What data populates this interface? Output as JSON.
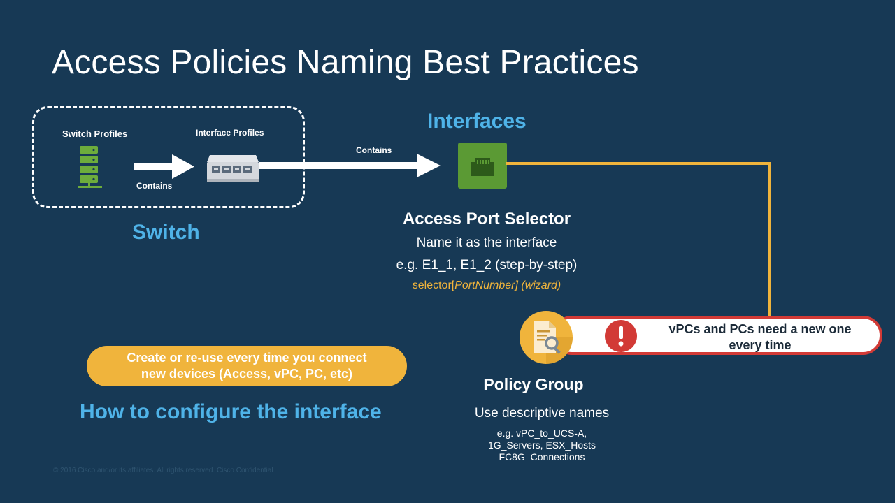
{
  "slide": {
    "title": "Access Policies Naming Best Practices",
    "footer": "© 2016  Cisco and/or its affiliates. All rights reserved.   Cisco Confidential"
  },
  "switch_group": {
    "switch_profiles_label": "Switch Profiles",
    "interface_profiles_label": "Interface Profiles",
    "contains_label_1": "Contains",
    "title": "Switch"
  },
  "interfaces": {
    "title": "Interfaces",
    "contains_label_2": "Contains"
  },
  "access_port_selector": {
    "title": "Access Port Selector",
    "line1": "Name it as the interface",
    "line2": "e.g. E1_1, E1_2 (step-by-step)",
    "line3_prefix": "selector[",
    "line3_italic": "PortNumber] (wizard)"
  },
  "alert": {
    "line1": "vPCs and PCs need a new one",
    "line2": "every time"
  },
  "policy_group": {
    "title": "Policy Group",
    "subtitle": "Use descriptive names",
    "example1": "e.g. vPC_to_UCS-A,",
    "example2": "1G_Servers, ESX_Hosts",
    "example3": "FC8G_Connections"
  },
  "note_chip": {
    "line1": "Create or re-use every time you connect",
    "line2": "new devices (Access, vPC, PC, etc)"
  },
  "configure_heading": "How to configure the interface",
  "colors": {
    "background": "#173955",
    "accent_blue": "#4fb3e8",
    "accent_orange": "#f0b43c",
    "icon_green": "#5b9a34",
    "alert_red": "#d23a36"
  },
  "icons": [
    "server-stack-icon",
    "switch-device-icon",
    "rj45-port-icon",
    "document-search-icon",
    "exclamation-icon"
  ]
}
